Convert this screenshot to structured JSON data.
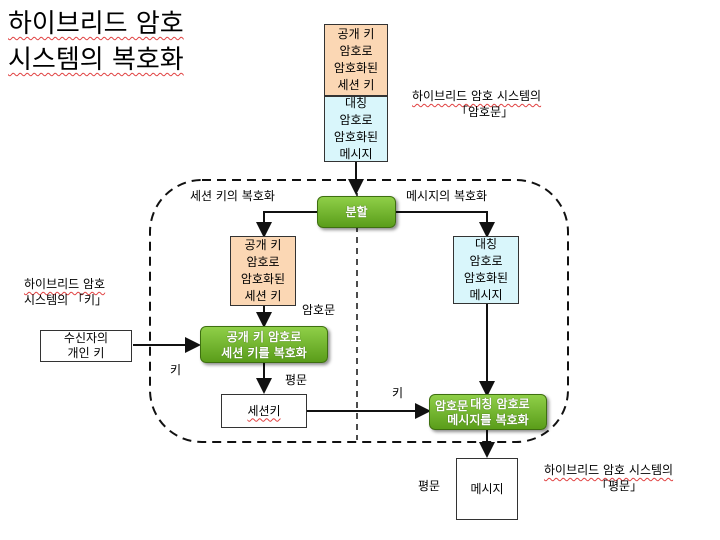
{
  "title": {
    "line1": "하이브리드 암호",
    "line2": "시스템의 복호화"
  },
  "inputs": {
    "encrypted_session_key": [
      "공개 키",
      "암호로",
      "암호화된",
      "세션 키"
    ],
    "encrypted_message": [
      "대칭",
      "암호로",
      "암호화된",
      "메시지"
    ],
    "ciphertext_note": [
      "하이브리드 암호 시스템의",
      "「암호문」"
    ]
  },
  "sections": {
    "left": "세션 키의 복호화",
    "right": "메시지의 복호화"
  },
  "split_label": "분할",
  "left_box": [
    "공개 키",
    "암호로",
    "암호화된",
    "세션 키"
  ],
  "right_box": [
    "대칭",
    "암호로",
    "암호화된",
    "메시지"
  ],
  "key_note": [
    "하이브리드 암호",
    "시스템의 「키」"
  ],
  "private_key": [
    "수신자의",
    "개인 키"
  ],
  "decrypt_session": [
    "공개 키 암호로",
    "세션 키를 복호화"
  ],
  "decrypt_message": [
    "대칭 암호로",
    "메시지를 복호화"
  ],
  "decrypt_message_overlap": "암호문",
  "session_key": "세션키",
  "labels": {
    "ciphertext": "암호문",
    "key_left": "키",
    "plaintext_mid": "평문",
    "key_right": "키",
    "plaintext_bottom": "평문"
  },
  "message_out": "메시지",
  "plaintext_note": [
    "하이브리드 암호 시스템의",
    "「평문」"
  ]
}
